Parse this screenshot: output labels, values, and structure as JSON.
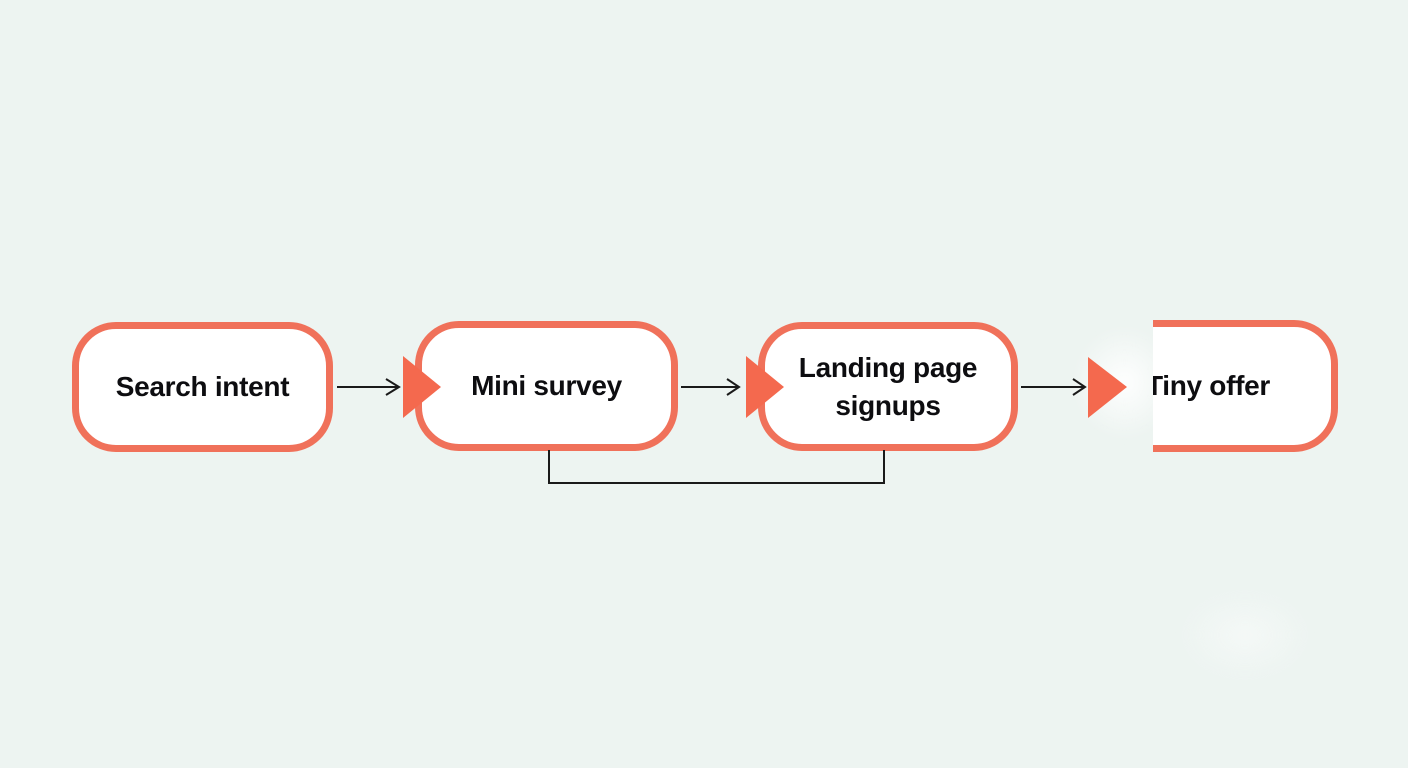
{
  "diagram": {
    "type": "flowchart",
    "orientation": "horizontal",
    "nodes": [
      {
        "id": "search-intent",
        "label": "Search intent"
      },
      {
        "id": "mini-survey",
        "label": "Mini survey"
      },
      {
        "id": "landing-page-signups",
        "label": "Landing page signups"
      },
      {
        "id": "tiny-offer",
        "label": "Tiny offer"
      }
    ],
    "edges": [
      {
        "from": "search-intent",
        "to": "mini-survey",
        "type": "straight-arrow",
        "marker": "play-triangle-icon"
      },
      {
        "from": "mini-survey",
        "to": "landing-page-signups",
        "type": "straight-arrow",
        "marker": "play-triangle-icon"
      },
      {
        "from": "landing-page-signups",
        "to": "tiny-offer",
        "type": "straight-arrow",
        "marker": "play-triangle-icon"
      },
      {
        "from": "mini-survey",
        "to": "landing-page-signups",
        "type": "bottom-u-connector",
        "marker": "none"
      }
    ],
    "colors": {
      "bg": "#EDF4F1",
      "node_fill": "#FFFFFF",
      "node_border": "#F0715A",
      "triangle": "#F4694E",
      "line": "#1A1A1A",
      "text": "#0D0D10"
    }
  }
}
